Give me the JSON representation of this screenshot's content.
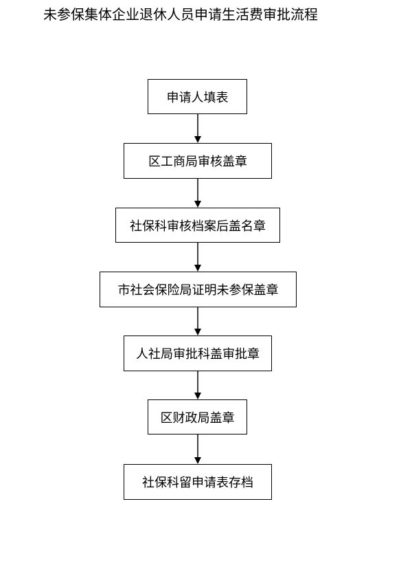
{
  "title": "未参保集体企业退休人员申请生活费审批流程",
  "steps": [
    "申请人填表",
    "区工商局审核盖章",
    "社保科审核档案后盖名章",
    "市社会保险局证明未参保盖章",
    "人社局审批科盖审批章",
    "区财政局盖章",
    "社保科留申请表存档"
  ]
}
